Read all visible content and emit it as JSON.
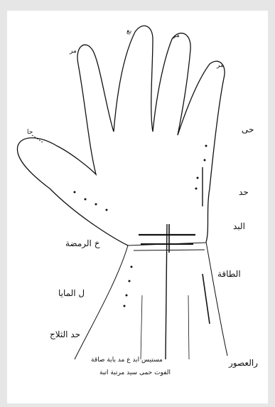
{
  "labels": {
    "finger_thumb": "حا",
    "finger_index": "مر",
    "finger_middle": "بع",
    "finger_ring": "مر",
    "finger_little": "مر",
    "right_1": "حى",
    "right_2": "حد",
    "right_3": "البد",
    "right_4": "الطاقة",
    "left_1": "خ الرمضة",
    "left_2": "ل المايا",
    "left_3": "حد الثلاج",
    "bottom_line_1": "مستيس ابد ع مد بابة صاقة",
    "bottom_line_2": "الفوت حمى سيد مرتبة اتبة",
    "bottom_right": "رالعصور"
  },
  "colors": {
    "ink": "#111111",
    "paper": "#ffffff",
    "frame": "#e6e6e6"
  }
}
